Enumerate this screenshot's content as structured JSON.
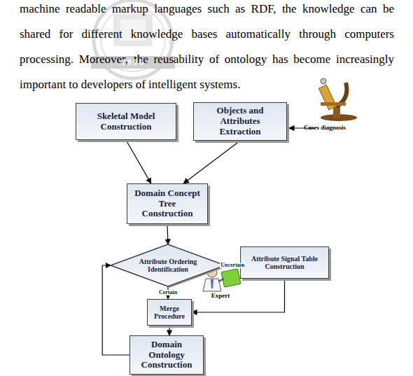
{
  "diagram": {
    "nodes": [
      {
        "text": [
          "Skeletal Model Construction"
        ]
      },
      {
        "text": [
          "Objects and Attributes Extraction"
        ]
      },
      {
        "text": [
          "Domain Concept Tree Construction"
        ]
      },
      {
        "text": [
          "Attribute Ordering Identification"
        ]
      },
      {
        "text": [
          "Attribute Signal Table Construction"
        ]
      },
      {
        "text": [
          "Merge Procedure"
        ]
      },
      {
        "text": [
          "Domain Ontology Construction"
        ]
      }
    ],
    "edges": [
      {
        "from": 0,
        "to": 2,
        "arrow": "to"
      },
      {
        "from": 1,
        "to": 2,
        "arrow": "to"
      },
      {
        "from": 2,
        "to": 3,
        "arrow": "to"
      },
      {
        "from": 3,
        "to": 4,
        "label": "Uncertain",
        "arrow": "to"
      },
      {
        "from": 3,
        "to": 5,
        "label": "Certain",
        "arrow": "to"
      },
      {
        "from": 4,
        "to": 5,
        "arrow": "to"
      },
      {
        "from": 5,
        "to": 6,
        "arrow": "to"
      },
      {
        "from": 6,
        "to": 3,
        "arrow": "to"
      }
    ],
    "labels": [
      "machine readable markup languages such as RDF, the knowledge can be shared for different knowledge bases automatically through computers processing. Moreover, the reusability of ontology has become increasingly important to developers of intelligent systems.",
      "1896",
      "Cases diagnosis",
      "Expert"
    ]
  }
}
